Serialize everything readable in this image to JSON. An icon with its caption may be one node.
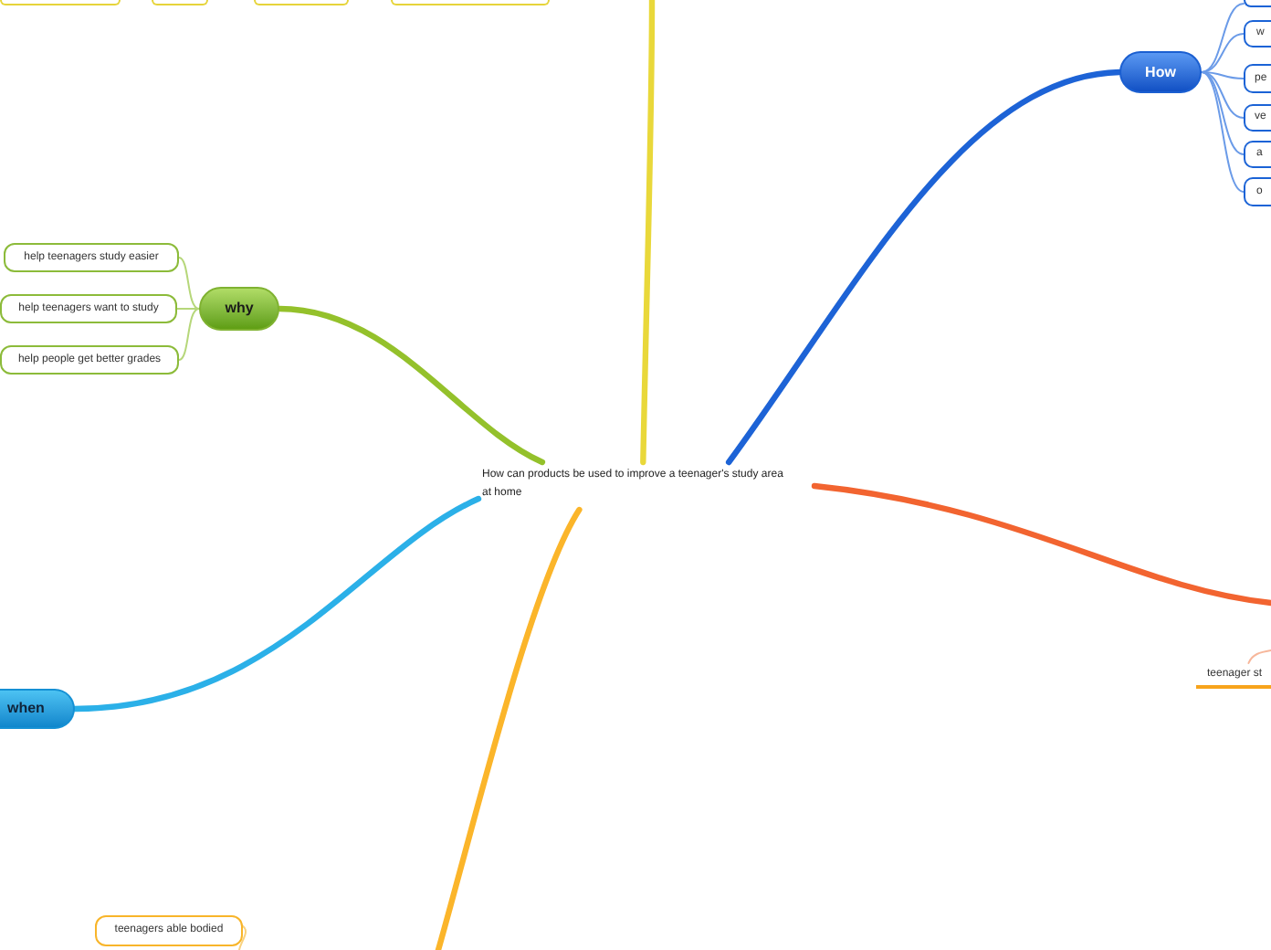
{
  "diagram": {
    "nodes": [
      {
        "text": [
          "How can products be used to improve a teenager's study area at home"
        ]
      },
      {
        "text": [],
        "shape": "box"
      },
      {
        "text": [],
        "shape": "box"
      },
      {
        "text": [],
        "shape": "box"
      },
      {
        "text": [],
        "shape": "box"
      },
      {
        "text": [
          "How"
        ]
      },
      {
        "text": [],
        "shape": "box"
      },
      {
        "text": [
          "w"
        ]
      },
      {
        "text": [
          "pe"
        ]
      },
      {
        "text": [
          "ve"
        ]
      },
      {
        "text": [
          "a"
        ]
      },
      {
        "text": [
          "o"
        ]
      },
      {
        "text": [
          "why"
        ]
      },
      {
        "text": [
          "help teenagers study easier"
        ]
      },
      {
        "text": [
          "help teenagers want to study"
        ]
      },
      {
        "text": [
          "help people get better grades"
        ]
      },
      {
        "text": [
          "teenager st"
        ]
      },
      {
        "text": [
          "when"
        ]
      },
      {
        "text": [
          "teenagers able bodied"
        ]
      }
    ],
    "edges": [
      {
        "from": 0,
        "to": null,
        "arrow": "none",
        "style": "thick",
        "color": "#e9d83a"
      },
      {
        "from": 0,
        "to": 5,
        "arrow": "none",
        "style": "thick",
        "color": "#1d63d6"
      },
      {
        "from": 5,
        "to": 6,
        "arrow": "none",
        "color": "#6b9be8"
      },
      {
        "from": 5,
        "to": 7,
        "arrow": "none",
        "color": "#6b9be8"
      },
      {
        "from": 5,
        "to": 8,
        "arrow": "none",
        "color": "#6b9be8"
      },
      {
        "from": 5,
        "to": 9,
        "arrow": "none",
        "color": "#6b9be8"
      },
      {
        "from": 5,
        "to": 10,
        "arrow": "none",
        "color": "#6b9be8"
      },
      {
        "from": 5,
        "to": 11,
        "arrow": "none",
        "color": "#6b9be8"
      },
      {
        "from": 0,
        "to": 12,
        "arrow": "none",
        "style": "thick",
        "color": "#94c12b"
      },
      {
        "from": 12,
        "to": 13,
        "arrow": "none",
        "color": "#b6d77a"
      },
      {
        "from": 12,
        "to": 14,
        "arrow": "none",
        "color": "#b6d77a"
      },
      {
        "from": 12,
        "to": 15,
        "arrow": "none",
        "color": "#b6d77a"
      },
      {
        "from": 0,
        "to": null,
        "arrow": "none",
        "style": "thick",
        "color": "#f26430"
      },
      {
        "from": 16,
        "to": null,
        "arrow": "none",
        "color": "#f7b79b"
      },
      {
        "from": 0,
        "to": 17,
        "arrow": "none",
        "style": "thick",
        "color": "#2bb0e8"
      },
      {
        "from": 0,
        "to": null,
        "arrow": "none",
        "style": "thick",
        "color": "#fbb52a"
      },
      {
        "from": 18,
        "to": null,
        "arrow": "none",
        "color": "#f9d27f"
      }
    ]
  }
}
